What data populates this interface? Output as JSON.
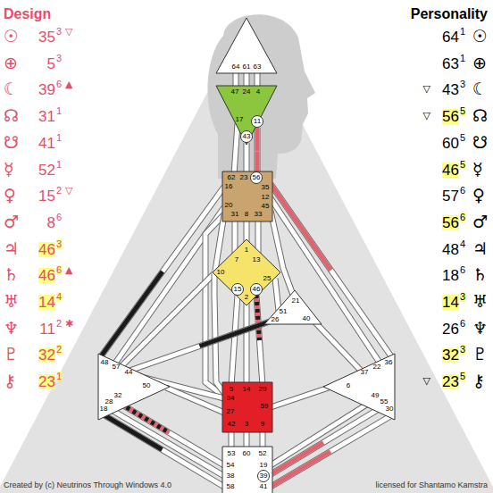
{
  "diagram": {
    "nodes": [
      {
        "text": [
          "64",
          "61",
          "63"
        ]
      },
      {
        "text": [
          "47",
          "24",
          "4",
          "17"
        ]
      },
      {
        "text": [
          "11"
        ],
        "in": 1
      },
      {
        "text": [
          "43"
        ],
        "in": 1
      },
      {
        "text": [
          "62",
          "23",
          "16",
          "35",
          "12",
          "45",
          "20",
          "31",
          "8",
          "33"
        ]
      },
      {
        "text": [
          "56"
        ],
        "in": 4
      },
      {
        "text": [
          "1",
          "7",
          "13",
          "10",
          "25",
          "2"
        ]
      },
      {
        "text": [
          "15"
        ],
        "in": 6
      },
      {
        "text": [
          "46"
        ],
        "in": 6
      },
      {
        "text": [
          "21",
          "51",
          "26",
          "40"
        ]
      },
      {
        "text": [
          "48",
          "57",
          "44",
          "50",
          "32",
          "28",
          "18"
        ]
      },
      {
        "text": [
          "36",
          "22",
          "37",
          "6",
          "49",
          "55",
          "30"
        ]
      },
      {
        "text": [
          "5",
          "14",
          "29",
          "34",
          "27",
          "59",
          "42",
          "3",
          "9"
        ]
      },
      {
        "text": [
          "53",
          "60",
          "52",
          "54",
          "38",
          "58",
          "19",
          "41"
        ]
      },
      {
        "text": [
          "39"
        ],
        "in": 13
      }
    ],
    "edges": [
      {
        "from": 0,
        "to": 1,
        "arrow": "none"
      },
      {
        "from": 0,
        "to": 1,
        "arrow": "none"
      },
      {
        "from": 0,
        "to": 1,
        "arrow": "none"
      },
      {
        "from": 1,
        "to": 4,
        "arrow": "none"
      },
      {
        "from": 3,
        "to": 4,
        "arrow": "none"
      },
      {
        "from": 2,
        "to": 5,
        "arrow": "none"
      },
      {
        "from": 4,
        "to": 10,
        "arrow": "none"
      },
      {
        "from": 4,
        "to": 10,
        "arrow": "none"
      },
      {
        "from": 4,
        "to": 12,
        "arrow": "none"
      },
      {
        "from": 4,
        "to": 6,
        "arrow": "none"
      },
      {
        "from": 4,
        "to": 6,
        "arrow": "none"
      },
      {
        "from": 4,
        "to": 6,
        "arrow": "none"
      },
      {
        "from": 4,
        "to": 6,
        "arrow": "none"
      },
      {
        "from": 4,
        "to": 9,
        "arrow": "none"
      },
      {
        "from": 4,
        "to": 11,
        "arrow": "none"
      },
      {
        "from": 4,
        "to": 11,
        "arrow": "none"
      },
      {
        "from": 6,
        "to": 10,
        "arrow": "none"
      },
      {
        "from": 6,
        "to": 12,
        "arrow": "none"
      },
      {
        "from": 6,
        "to": 9,
        "arrow": "none"
      },
      {
        "from": 7,
        "to": 12,
        "arrow": "none"
      },
      {
        "from": 6,
        "to": 12,
        "arrow": "none"
      },
      {
        "from": 8,
        "to": 12,
        "arrow": "none"
      },
      {
        "from": 9,
        "to": 10,
        "arrow": "none"
      },
      {
        "from": 9,
        "to": 11,
        "arrow": "none"
      },
      {
        "from": 10,
        "to": 12,
        "arrow": "none"
      },
      {
        "from": 10,
        "to": 12,
        "arrow": "none"
      },
      {
        "from": 12,
        "to": 11,
        "arrow": "none"
      },
      {
        "from": 12,
        "to": 13,
        "arrow": "none"
      },
      {
        "from": 12,
        "to": 13,
        "arrow": "none"
      },
      {
        "from": 12,
        "to": 13,
        "arrow": "none"
      },
      {
        "from": 10,
        "to": 13,
        "arrow": "none"
      },
      {
        "from": 10,
        "to": 13,
        "arrow": "none"
      },
      {
        "from": 10,
        "to": 13,
        "arrow": "none"
      },
      {
        "from": 13,
        "to": 11,
        "arrow": "none"
      },
      {
        "from": 14,
        "to": 11,
        "arrow": "none"
      },
      {
        "from": 13,
        "to": 11,
        "arrow": "none"
      }
    ],
    "labels": [
      "Design",
      "☉",
      "35",
      "3",
      "▽",
      "⊕",
      "5",
      "3",
      "☾",
      "39",
      "6",
      "▲",
      "☊",
      "31",
      "1",
      "☋",
      "41",
      "1",
      "☿",
      "52",
      "1",
      "♀",
      "15",
      "2",
      "▽",
      "♂",
      "8",
      "6",
      "♃",
      "46",
      "3",
      "♄",
      "46",
      "6",
      "▲",
      "♅",
      "14",
      "4",
      "♆",
      "11",
      "2",
      "✱",
      "♇",
      "32",
      "2",
      "⚷",
      "23",
      "1",
      "Personality",
      "64",
      "1",
      "☉",
      "63",
      "1",
      "⊕",
      "▽",
      "43",
      "3",
      "☾",
      "▽",
      "56",
      "5",
      "☊",
      "60",
      "5",
      "☋",
      "46",
      "5",
      "☿",
      "57",
      "6",
      "♀",
      "56",
      "6",
      "♂",
      "48",
      "4",
      "♃",
      "18",
      "6",
      "♄",
      "14",
      "3",
      "♅",
      "26",
      "6",
      "♆",
      "32",
      "3",
      "♇",
      "▽",
      "23",
      "5",
      "⚷",
      "Created by (c) Neutrinos Through Windows 4.0",
      "licensed for Shantamo Kamstra"
    ]
  }
}
